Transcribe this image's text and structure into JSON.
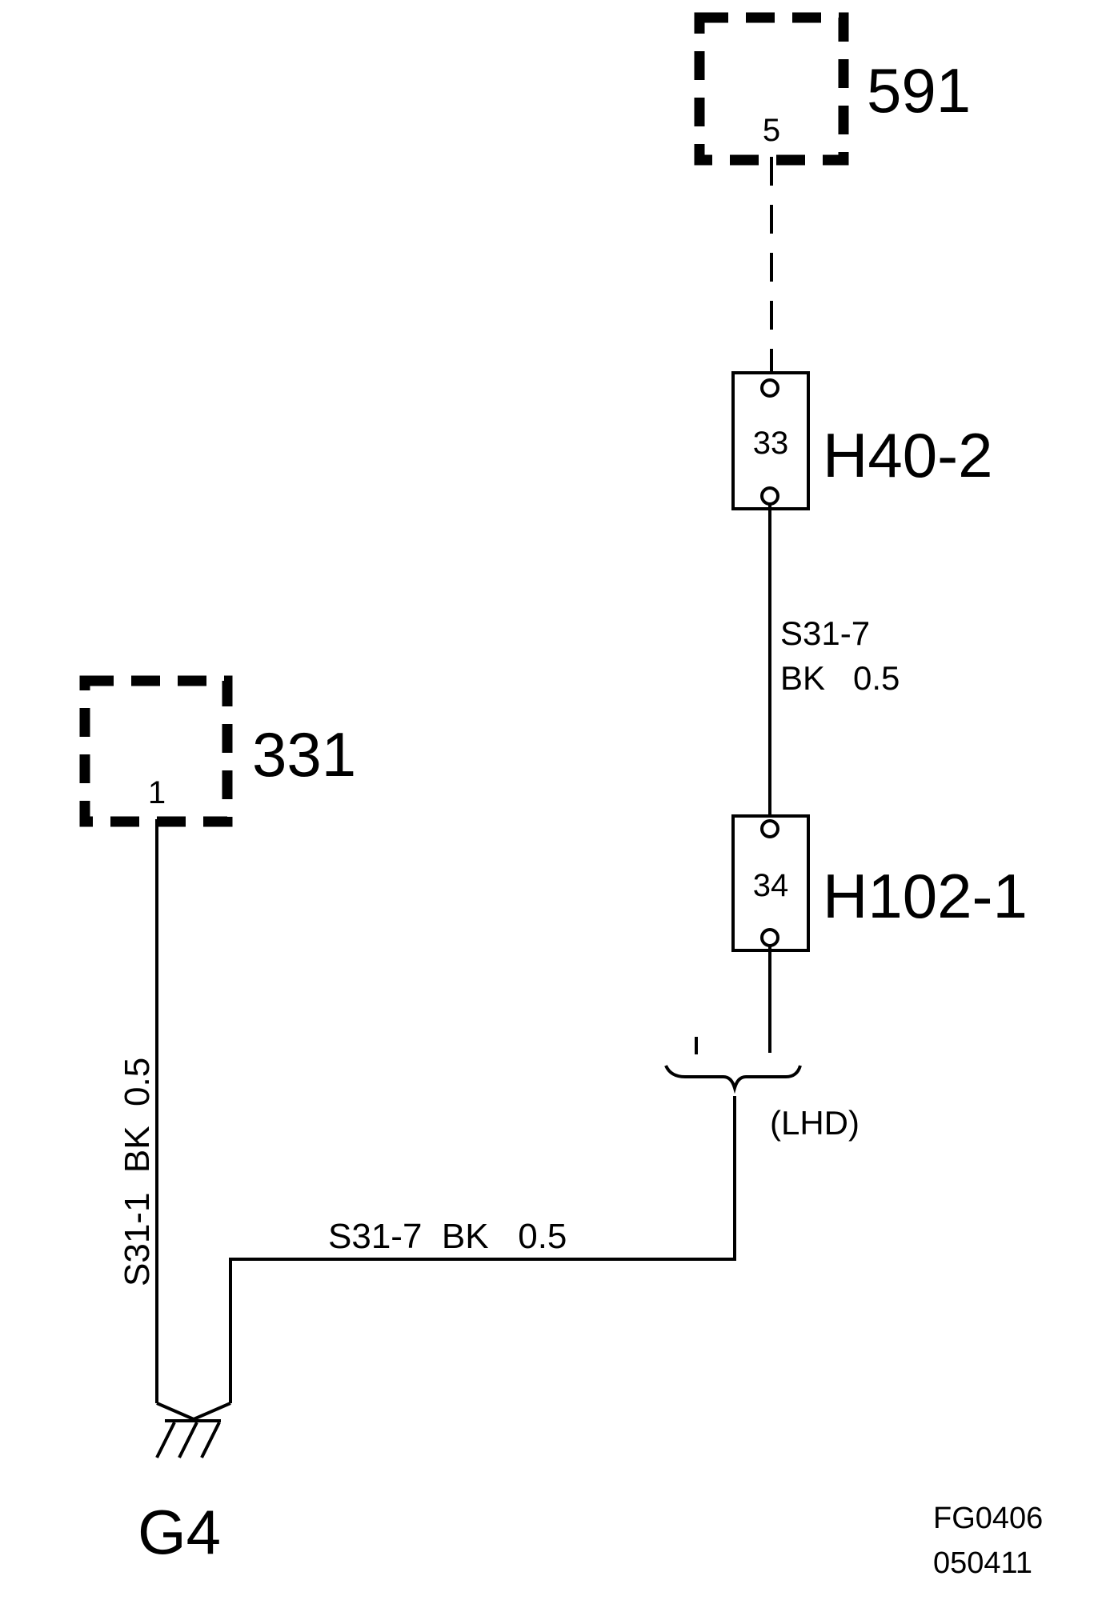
{
  "components": {
    "c591": {
      "id": "591",
      "pin": "5"
    },
    "c331": {
      "id": "331",
      "pin": "1"
    }
  },
  "connectors": {
    "h40": {
      "id": "H40-2",
      "pin": "33"
    },
    "h102": {
      "id": "H102-1",
      "pin": "34"
    }
  },
  "wires": {
    "upper": {
      "code": "S31-7",
      "spec": "BK   0.5"
    },
    "vertical": {
      "text": "S31-1  BK  0.5"
    },
    "horizontal": {
      "text": "S31-7  BK   0.5"
    }
  },
  "variant": {
    "label": "(LHD)"
  },
  "ground": {
    "id": "G4"
  },
  "figure": {
    "code": "FG0406",
    "date": "050411"
  }
}
